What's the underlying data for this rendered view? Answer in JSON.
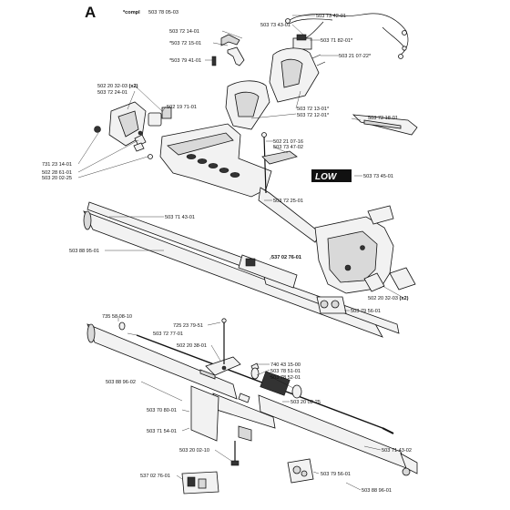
{
  "diagram": {
    "section_letter": "A",
    "kit_prefix": "*compl",
    "kit_number": "503 78 05-03",
    "low_logo": "LOW",
    "parts": [
      {
        "id": "p01",
        "number": "503 73 42-01"
      },
      {
        "id": "p02",
        "number": "503 73 43-01"
      },
      {
        "id": "p03",
        "number": "503 71 82-01*"
      },
      {
        "id": "p04",
        "number": "503 21 07-22*"
      },
      {
        "id": "p05",
        "number": "503 72 14-01"
      },
      {
        "id": "p06",
        "number": "*503 72 15-01"
      },
      {
        "id": "p07",
        "number": "*503 79 41-01"
      },
      {
        "id": "p08",
        "number": "503 72 13-01*"
      },
      {
        "id": "p09",
        "number": "503 72 12-01*"
      },
      {
        "id": "p10",
        "number": "503 72 18-01"
      },
      {
        "id": "p11",
        "number": "502 20 32-03",
        "suffix": "(x2)"
      },
      {
        "id": "p12",
        "number": "503 72 24-01"
      },
      {
        "id": "p13",
        "number": "502 19 71-01"
      },
      {
        "id": "p14",
        "number": "502 21 07-16"
      },
      {
        "id": "p15",
        "number": "503 73 47-02"
      },
      {
        "id": "p16",
        "number": "731 23 14-01"
      },
      {
        "id": "p17",
        "number": "502 28 61-01"
      },
      {
        "id": "p18",
        "number": "503 20 02-25"
      },
      {
        "id": "p19",
        "number": "503 73 45-01"
      },
      {
        "id": "p20",
        "number": "503 72 25-01"
      },
      {
        "id": "p21",
        "number": "503 71 43-01"
      },
      {
        "id": "p22",
        "number": "503 88 95-01"
      },
      {
        "id": "p23",
        "number": "537 02 76-01",
        "bold": true
      },
      {
        "id": "p24",
        "number": "502 20 32-03",
        "suffix": "(x2)"
      },
      {
        "id": "p25",
        "number": "503 79 56-01"
      },
      {
        "id": "p26",
        "number": "735 58 08-10"
      },
      {
        "id": "p27",
        "number": "725 23 79-51"
      },
      {
        "id": "p28",
        "number": "503 72 77-01"
      },
      {
        "id": "p29",
        "number": "502 20 38-01"
      },
      {
        "id": "p30",
        "number": "740 43 15-00"
      },
      {
        "id": "p31",
        "number": "503 78 51-01"
      },
      {
        "id": "p32",
        "number": "503 78 52-01"
      },
      {
        "id": "p33",
        "number": "503 88 96-02"
      },
      {
        "id": "p34",
        "number": "503 70 80-01"
      },
      {
        "id": "p35",
        "number": "503 20 02-25"
      },
      {
        "id": "p36",
        "number": "503 71 54-01"
      },
      {
        "id": "p37",
        "number": "503 20 02-10"
      },
      {
        "id": "p38",
        "number": "503 71 43-02"
      },
      {
        "id": "p39",
        "number": "537 02 76-01"
      },
      {
        "id": "p40",
        "number": "503 79 56-01"
      },
      {
        "id": "p41",
        "number": "503 88 96-01"
      }
    ]
  }
}
